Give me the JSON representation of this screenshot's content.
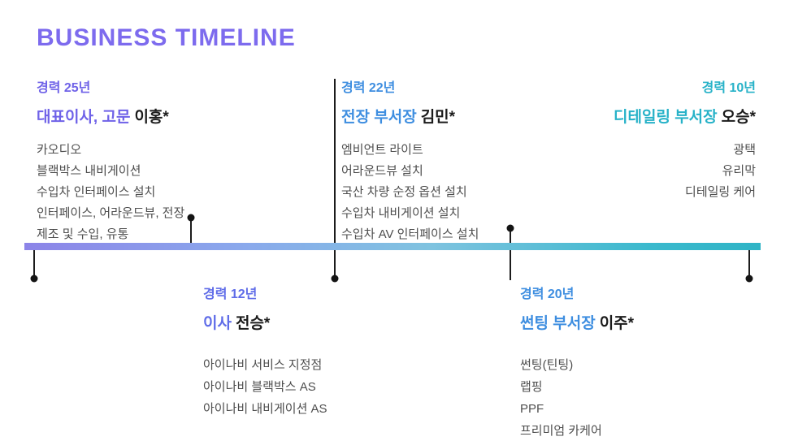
{
  "page": {
    "title": "BUSINESS TIMELINE"
  },
  "colors": {
    "title_purple": "#7d6bee",
    "accent_purple": "#6f62e8",
    "accent_blue": "#3e8ee0",
    "accent_teal": "#27b2c8",
    "accent_indigo": "#5f6ce8",
    "bar_gradient_start": "#8c84e8",
    "bar_gradient_end": "#2fb4c6",
    "item_text": "#4e4e4e",
    "marker_black": "#141414"
  },
  "entries": [
    {
      "experience": "경력 25년",
      "role": "대표이사, 고문",
      "name": "이홍*",
      "accent": "#6f62e8",
      "items": [
        "카오디오",
        "블랙박스 내비게이션",
        "수입차 인터페이스 설치",
        "인터페이스, 어라운드뷰, 전장",
        "제조 및 수입, 유통"
      ]
    },
    {
      "experience": "경력 22년",
      "role": "전장 부서장",
      "name": "김민*",
      "accent": "#3e8ee0",
      "items": [
        "엠비언트 라이트",
        "어라운드뷰 설치",
        "국산 차량 순정 옵션 설치",
        "수입차 내비게이션 설치",
        "수입차 AV 인터페이스 설치"
      ]
    },
    {
      "experience": "경력 10년",
      "role": "디테일링 부서장",
      "name": "오승*",
      "accent": "#27b2c8",
      "items": [
        "광택",
        "유리막",
        "디테일링 케어"
      ]
    },
    {
      "experience": "경력 12년",
      "role": "이사",
      "name": "전승*",
      "accent": "#5f6ce8",
      "items": [
        "아이나비 서비스 지정점",
        "아이나비 블랙박스 AS",
        "아이나비 내비게이션 AS"
      ]
    },
    {
      "experience": "경력 20년",
      "role": "썬팅 부서장",
      "name": "이주*",
      "accent": "#3e8ee0",
      "items": [
        "썬팅(틴팅)",
        "랩핑",
        "PPF",
        "프리미엄 카케어"
      ]
    }
  ]
}
